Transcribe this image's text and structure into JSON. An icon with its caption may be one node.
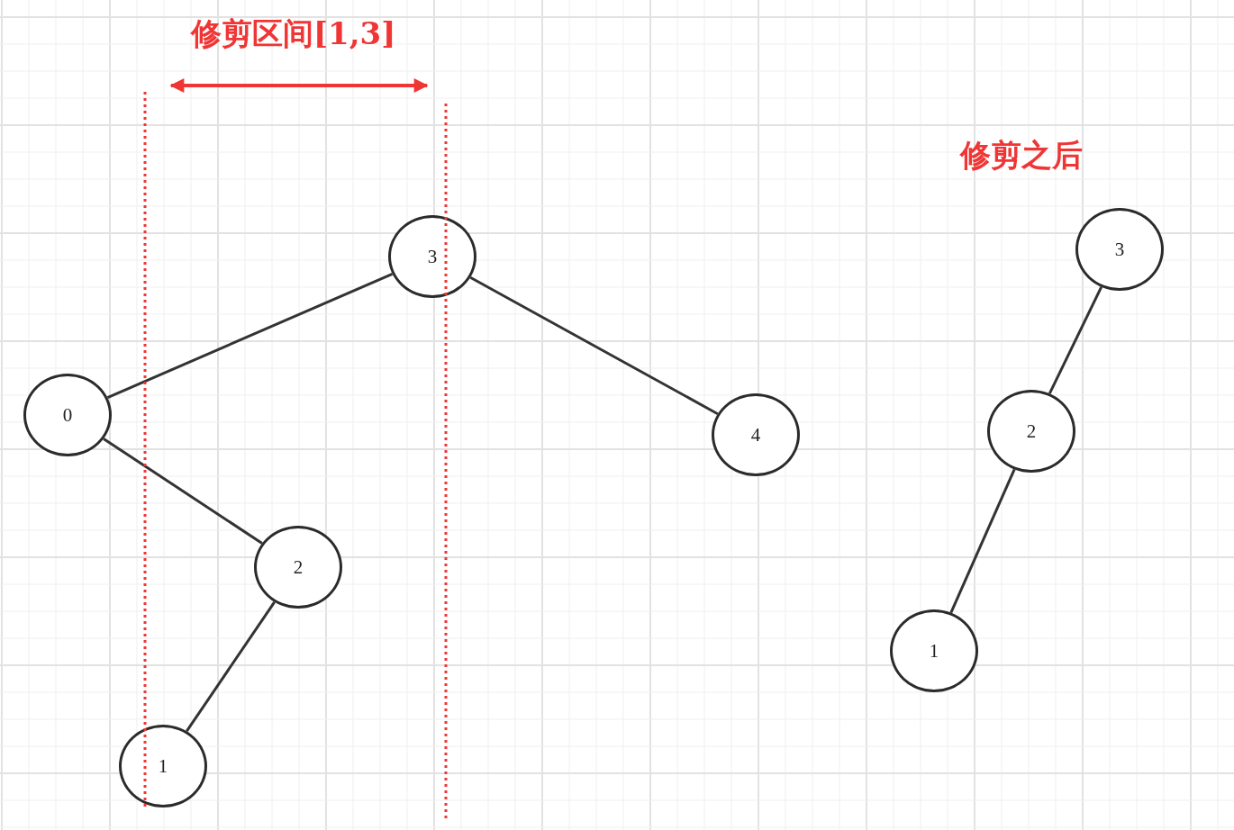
{
  "diagram": {
    "title": "修剪区间[1,3]",
    "nodes": [
      {
        "text": [
          "3"
        ]
      },
      {
        "text": [
          "0"
        ]
      },
      {
        "text": [
          "4"
        ]
      },
      {
        "text": [
          "2"
        ]
      },
      {
        "text": [
          "1"
        ]
      },
      {
        "text": [
          "3"
        ]
      },
      {
        "text": [
          "2"
        ]
      },
      {
        "text": [
          "1"
        ]
      }
    ],
    "edges": [
      {
        "from": 0,
        "to": 1,
        "arrow": "none"
      },
      {
        "from": 0,
        "to": 2,
        "arrow": "none"
      },
      {
        "from": 1,
        "to": 3,
        "arrow": "none"
      },
      {
        "from": 3,
        "to": 4,
        "arrow": "none"
      },
      {
        "from": 5,
        "to": 6,
        "arrow": "none"
      },
      {
        "from": 6,
        "to": 7,
        "arrow": "none"
      }
    ],
    "labels": [
      "修剪之后"
    ]
  }
}
